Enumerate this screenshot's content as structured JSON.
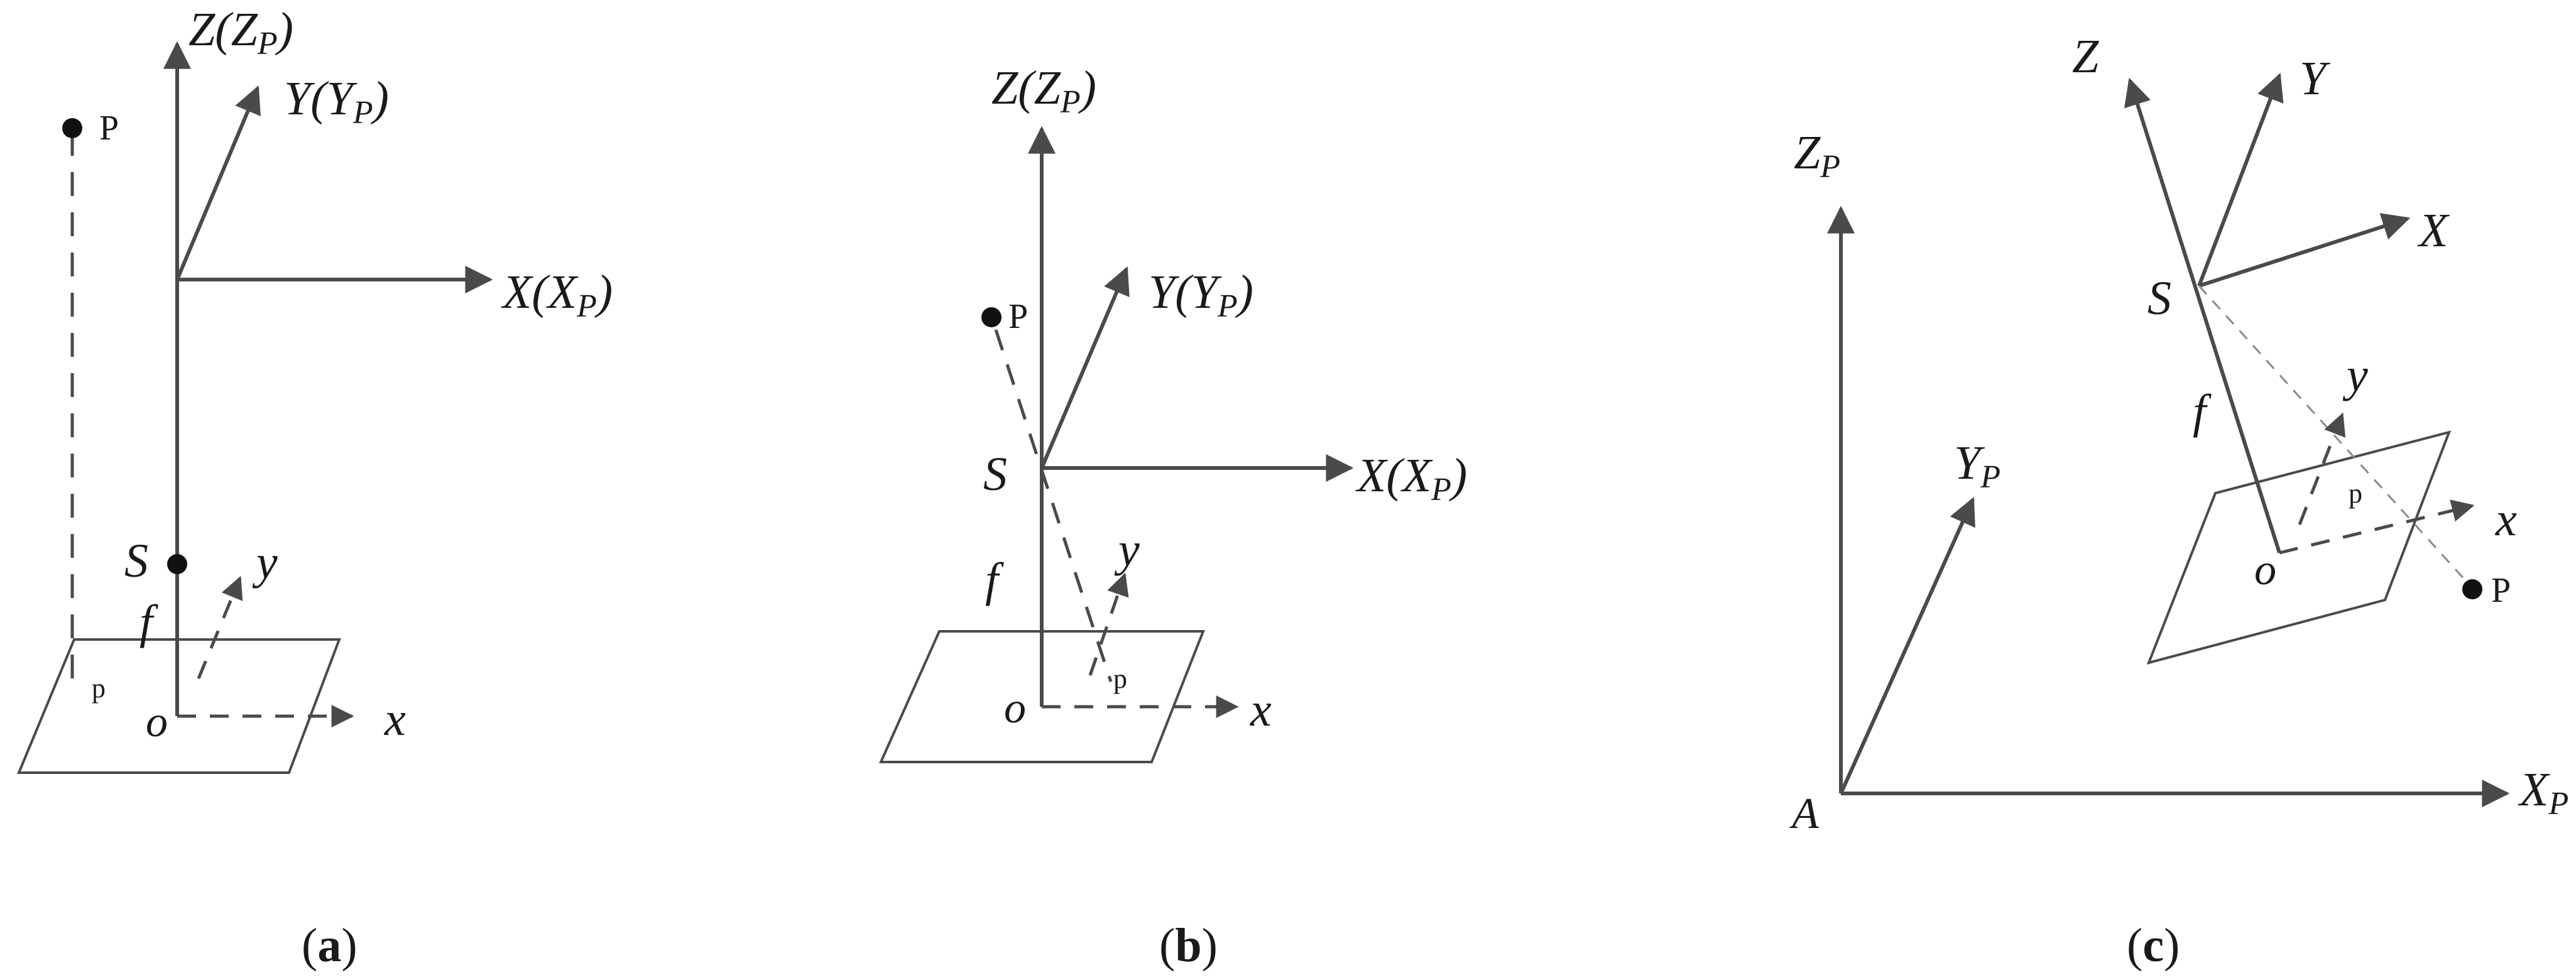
{
  "panels": [
    {
      "id": "a",
      "caption": {
        "open": "(",
        "letter": "a",
        "close": ")"
      },
      "labels": {
        "z_main": "Z(Z",
        "z_sub": "P",
        "z_close": ")",
        "y_main": "Y(Y",
        "y_sub": "P",
        "y_close": ")",
        "x_main": "X(X",
        "x_sub": "P",
        "x_close": ")",
        "point": "P",
        "center": "S",
        "focal": "f",
        "img_x": "x",
        "img_y": "y",
        "img_origin": "o",
        "img_point": "p"
      }
    },
    {
      "id": "b",
      "caption": {
        "open": "(",
        "letter": "b",
        "close": ")"
      },
      "labels": {
        "z_main": "Z(Z",
        "z_sub": "P",
        "z_close": ")",
        "y_main": "Y(Y",
        "y_sub": "P",
        "y_close": ")",
        "x_main": "X(X",
        "x_sub": "P",
        "x_close": ")",
        "point": "P",
        "center": "S",
        "focal": "f",
        "img_x": "x",
        "img_y": "y",
        "img_origin": "o",
        "img_point": "p"
      }
    },
    {
      "id": "c",
      "caption": {
        "open": "(",
        "letter": "c",
        "close": ")"
      },
      "labels": {
        "z_main": "Z",
        "y_main": "Y",
        "x_main": "X",
        "zp_main": "Z",
        "zp_sub": "P",
        "yp_main": "Y",
        "yp_sub": "P",
        "xp_main": "X",
        "xp_sub": "P",
        "origin": "A",
        "point": "P",
        "center": "S",
        "focal": "f",
        "img_x": "x",
        "img_y": "y",
        "img_origin": "o",
        "img_point": "p"
      }
    }
  ]
}
